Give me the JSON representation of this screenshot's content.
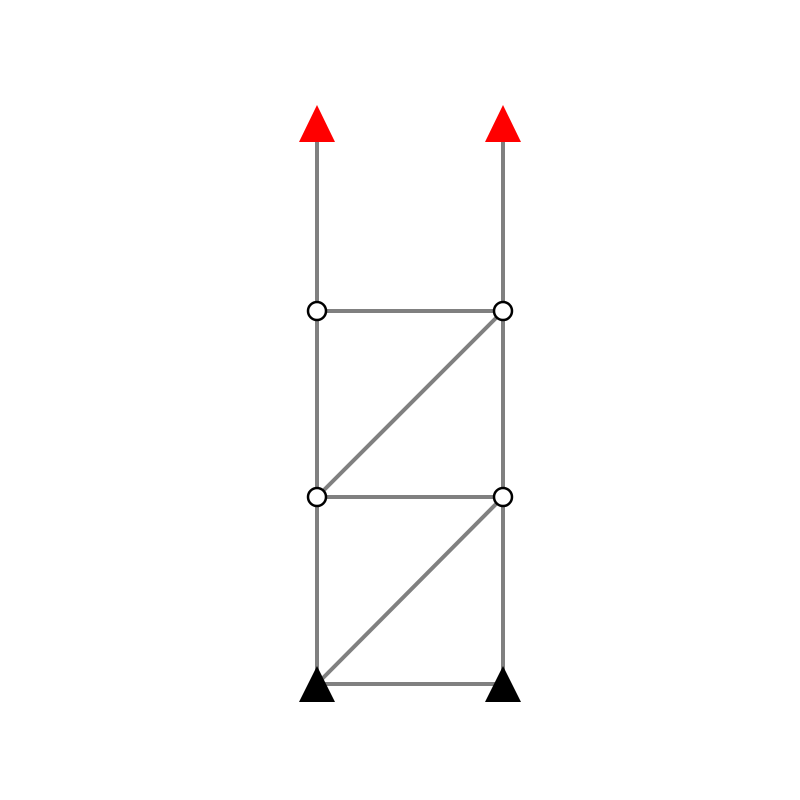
{
  "diagram": {
    "type": "truss",
    "colors": {
      "member": "#808080",
      "joint_fill": "#ffffff",
      "joint_stroke": "#000000",
      "support": "#000000",
      "load": "#ff0000"
    },
    "icons": {
      "support": "support-triangle-icon",
      "load": "load-arrow-icon",
      "joint": "joint-circle-icon"
    },
    "nodes": [
      {
        "id": "n1",
        "kind": "support"
      },
      {
        "id": "n2",
        "kind": "support"
      },
      {
        "id": "n3",
        "kind": "joint"
      },
      {
        "id": "n4",
        "kind": "joint"
      },
      {
        "id": "n5",
        "kind": "joint"
      },
      {
        "id": "n6",
        "kind": "joint"
      }
    ],
    "members": [
      {
        "from": "n1",
        "to": "n2"
      },
      {
        "from": "n1",
        "to": "n3"
      },
      {
        "from": "n2",
        "to": "n4"
      },
      {
        "from": "n1",
        "to": "n4"
      },
      {
        "from": "n3",
        "to": "n4"
      },
      {
        "from": "n3",
        "to": "n5"
      },
      {
        "from": "n4",
        "to": "n6"
      },
      {
        "from": "n3",
        "to": "n6"
      },
      {
        "from": "n5",
        "to": "n6"
      }
    ],
    "loads": [
      {
        "node": "n5",
        "direction": "up"
      },
      {
        "node": "n6",
        "direction": "up"
      }
    ]
  }
}
